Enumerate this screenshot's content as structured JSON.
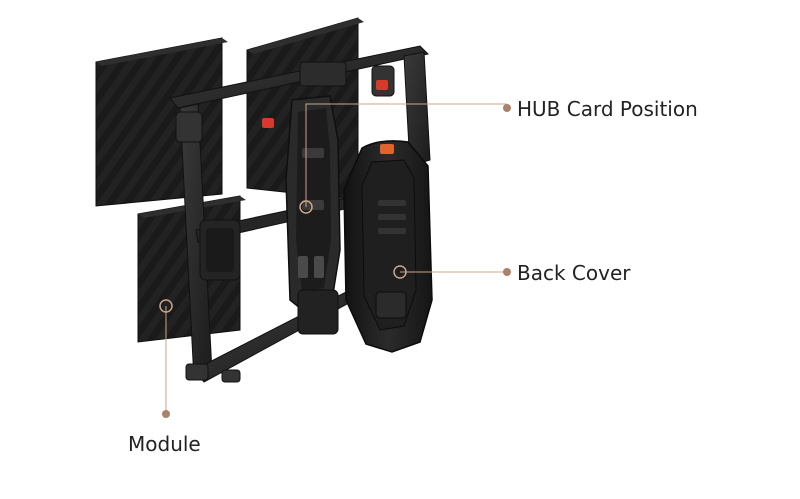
{
  "callouts": {
    "hub_card": "HUB Card Position",
    "back_cover": "Back Cover",
    "module": "Module"
  },
  "colors": {
    "background": "#ffffff",
    "callout_line": "#c9a58a",
    "callout_dot": "#a9826a",
    "panel_dark": "#1b1b1b",
    "frame": "#2a2a2a",
    "accent_orange": "#e0642c",
    "accent_red": "#d63a2a"
  }
}
